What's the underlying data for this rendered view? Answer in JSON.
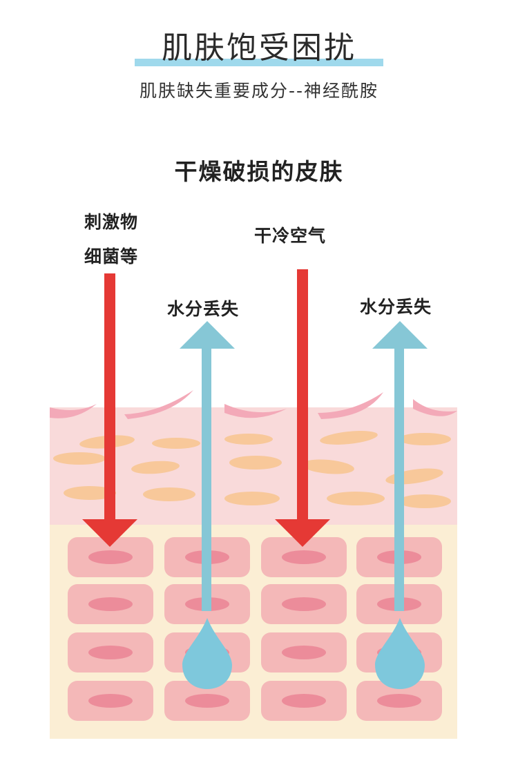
{
  "header": {
    "title": "肌肤饱受困扰",
    "subtitle": "肌肤缺失重要成分--神经酰胺"
  },
  "diagram": {
    "title": "干燥破损的皮肤",
    "labels": {
      "irritants_line1": "刺激物",
      "irritants_line2": "细菌等",
      "cold_air": "干冷空气",
      "water_loss_left": "水分丢失",
      "water_loss_right": "水分丢失"
    },
    "colors": {
      "inward_arrow": "#e53935",
      "outward_arrow": "#86c7d6",
      "droplet": "#7ec8dc",
      "epidermis": "#f9dada",
      "dermis": "#fbeed4",
      "cell": "#f4b8b8",
      "nucleus": "#ec8c9a",
      "fat_cell": "#f8c89a",
      "title_underline": "#9fd9ec"
    },
    "icons": [
      "arrow-down-icon",
      "arrow-up-icon",
      "water-drop-icon"
    ]
  }
}
